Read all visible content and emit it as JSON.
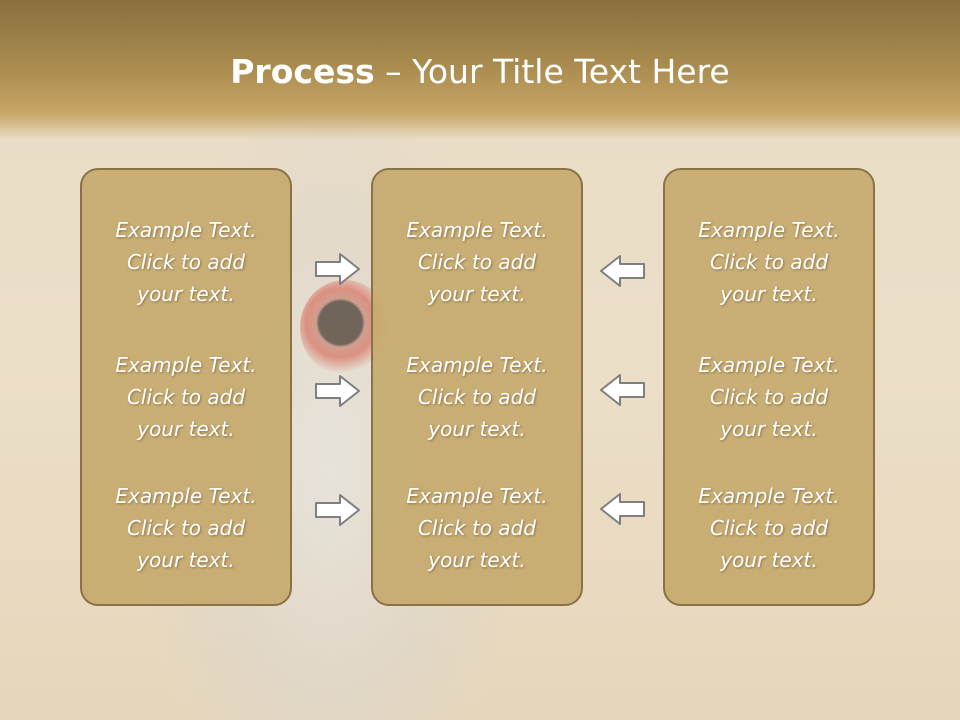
{
  "slide": {
    "title_bold": "Process",
    "title_rest": " – Your Title Text Here"
  },
  "columns": [
    {
      "items": [
        {
          "line1": "Example Text.",
          "line2": "Click  to add",
          "line3": "your text."
        },
        {
          "line1": "Example Text.",
          "line2": "Click  to add",
          "line3": "your text."
        },
        {
          "line1": "Example Text.",
          "line2": "Click  to add",
          "line3": "your text."
        }
      ]
    },
    {
      "items": [
        {
          "line1": "Example Text.",
          "line2": "Click  to add",
          "line3": "your text."
        },
        {
          "line1": "Example Text.",
          "line2": "Click  to add",
          "line3": "your text."
        },
        {
          "line1": "Example Text.",
          "line2": "Click  to add",
          "line3": "your text."
        }
      ]
    },
    {
      "items": [
        {
          "line1": "Example Text.",
          "line2": "Click  to add",
          "line3": "your text."
        },
        {
          "line1": "Example Text.",
          "line2": "Click  to add",
          "line3": "your text."
        },
        {
          "line1": "Example Text.",
          "line2": "Click  to add",
          "line3": "your text."
        }
      ]
    }
  ],
  "arrows": {
    "left_to_center": "arrow-right-icon",
    "right_to_center": "arrow-left-icon"
  },
  "colors": {
    "panel_fill": "#c6aa6e",
    "panel_border": "#8a7248",
    "title_band": "#a88a4e",
    "text": "#ffffff"
  }
}
